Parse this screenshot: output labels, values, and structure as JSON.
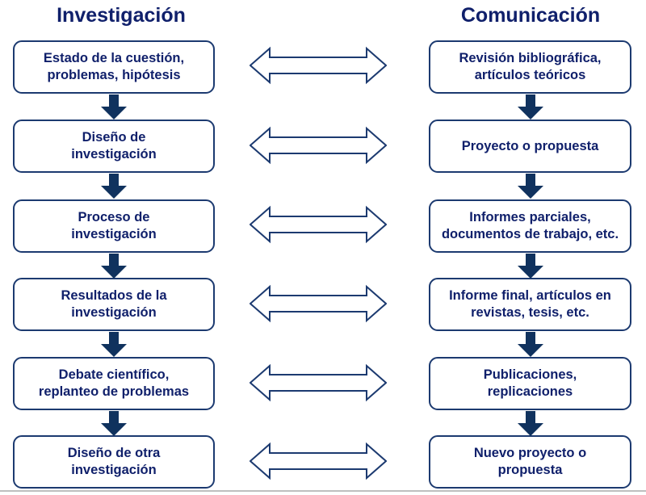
{
  "diagram": {
    "title_left": "Investigación",
    "title_right": "Comunicación",
    "colors": {
      "text": "#10206b",
      "box_border": "#1c3a70",
      "solid_arrow": "#10325e",
      "outline_arrow": "#1c3a70",
      "background": "#ffffff",
      "bottom_rule": "#bfbfbf"
    },
    "left_column": [
      {
        "line1": "Estado de la cuestión,",
        "line2": "problemas, hipótesis"
      },
      {
        "line1": "Diseño de",
        "line2": "investigación"
      },
      {
        "line1": "Proceso de",
        "line2": "investigación"
      },
      {
        "line1": "Resultados de la",
        "line2": "investigación"
      },
      {
        "line1": "Debate científico,",
        "line2": "replanteo de problemas"
      },
      {
        "line1": "Diseño de otra",
        "line2": "investigación"
      }
    ],
    "right_column": [
      {
        "line1": "Revisión bibliográfica,",
        "line2": "artículos teóricos"
      },
      {
        "line1": "Proyecto o propuesta",
        "line2": ""
      },
      {
        "line1": "Informes parciales,",
        "line2": "documentos de trabajo, etc."
      },
      {
        "line1": "Informe final, artículos en",
        "line2": "revistas, tesis, etc."
      },
      {
        "line1": "Publicaciones,",
        "line2": "replicaciones"
      },
      {
        "line1": "Nuevo proyecto o",
        "line2": "propuesta"
      }
    ],
    "icons": {
      "down_arrow": "arrow-down-solid-icon",
      "double_arrow": "arrow-left-right-outline-icon"
    }
  }
}
